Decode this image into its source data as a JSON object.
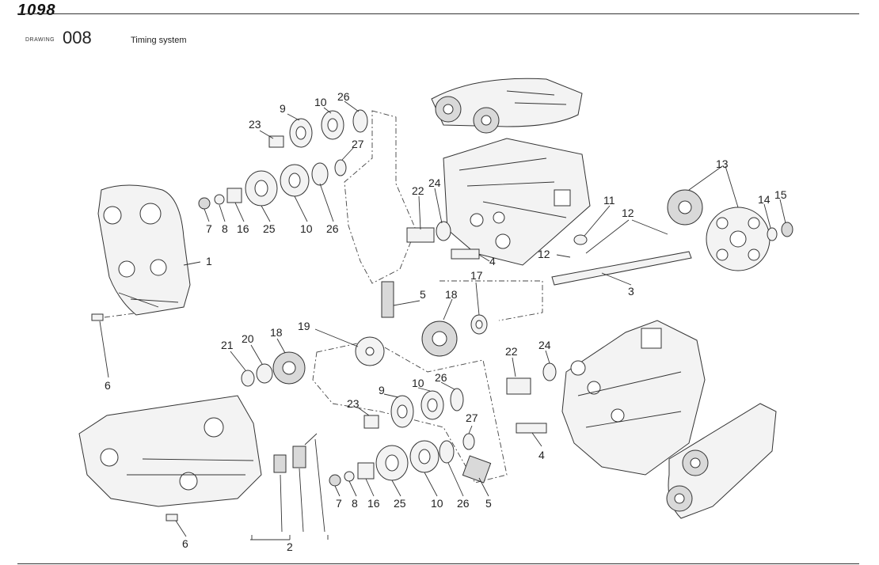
{
  "header": {
    "model": "1098"
  },
  "drawing": {
    "label": "DRAWING",
    "number": "008",
    "title": "Timing system"
  },
  "callouts": [
    {
      "id": "c-23a",
      "text": "23"
    },
    {
      "id": "c-9a",
      "text": "9"
    },
    {
      "id": "c-10a",
      "text": "10"
    },
    {
      "id": "c-26a",
      "text": "26"
    },
    {
      "id": "c-27a",
      "text": "27"
    },
    {
      "id": "c-22a",
      "text": "22"
    },
    {
      "id": "c-24a",
      "text": "24"
    },
    {
      "id": "c-7a",
      "text": "7"
    },
    {
      "id": "c-8a",
      "text": "8"
    },
    {
      "id": "c-16a",
      "text": "16"
    },
    {
      "id": "c-25a",
      "text": "25"
    },
    {
      "id": "c-10b",
      "text": "10"
    },
    {
      "id": "c-26b",
      "text": "26"
    },
    {
      "id": "c-1",
      "text": "1"
    },
    {
      "id": "c-6a",
      "text": "6"
    },
    {
      "id": "c-4a",
      "text": "4"
    },
    {
      "id": "c-5a",
      "text": "5"
    },
    {
      "id": "c-18a",
      "text": "18"
    },
    {
      "id": "c-17",
      "text": "17"
    },
    {
      "id": "c-11",
      "text": "11"
    },
    {
      "id": "c-12a",
      "text": "12"
    },
    {
      "id": "c-12b",
      "text": "12"
    },
    {
      "id": "c-13",
      "text": "13"
    },
    {
      "id": "c-14",
      "text": "14"
    },
    {
      "id": "c-15",
      "text": "15"
    },
    {
      "id": "c-3",
      "text": "3"
    },
    {
      "id": "c-21",
      "text": "21"
    },
    {
      "id": "c-20",
      "text": "20"
    },
    {
      "id": "c-18b",
      "text": "18"
    },
    {
      "id": "c-19",
      "text": "19"
    },
    {
      "id": "c-22b",
      "text": "22"
    },
    {
      "id": "c-24b",
      "text": "24"
    },
    {
      "id": "c-26c",
      "text": "26"
    },
    {
      "id": "c-10c",
      "text": "10"
    },
    {
      "id": "c-9b",
      "text": "9"
    },
    {
      "id": "c-23b",
      "text": "23"
    },
    {
      "id": "c-27b",
      "text": "27"
    },
    {
      "id": "c-4b",
      "text": "4"
    },
    {
      "id": "c-7b",
      "text": "7"
    },
    {
      "id": "c-8b",
      "text": "8"
    },
    {
      "id": "c-16b",
      "text": "16"
    },
    {
      "id": "c-25b",
      "text": "25"
    },
    {
      "id": "c-10d",
      "text": "10"
    },
    {
      "id": "c-26d",
      "text": "26"
    },
    {
      "id": "c-5b",
      "text": "5"
    },
    {
      "id": "c-6b",
      "text": "6"
    },
    {
      "id": "c-2",
      "text": "2"
    }
  ]
}
